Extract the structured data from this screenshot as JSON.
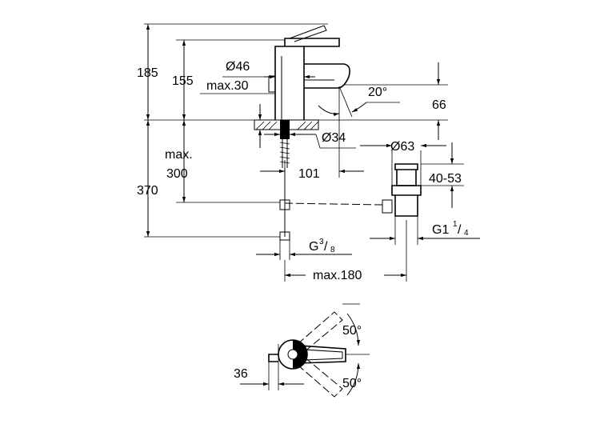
{
  "labels": {
    "h185": "185",
    "h155": "155",
    "d46": "Ø46",
    "max30": "max.30",
    "angle20": "20°",
    "d66": "66",
    "d34": "Ø34",
    "d63": "Ø63",
    "max_label": "max.",
    "v300": "300",
    "v101": "101",
    "r4053": "40-53",
    "v370": "370",
    "g1_base": "G1",
    "g1_num": "1",
    "g1_den": "4",
    "g38_base": "G",
    "g38_num": "3",
    "g38_den": "8",
    "max180": "max.180",
    "angle50_top": "50°",
    "angle50_bottom": "50°",
    "v36": "36"
  }
}
